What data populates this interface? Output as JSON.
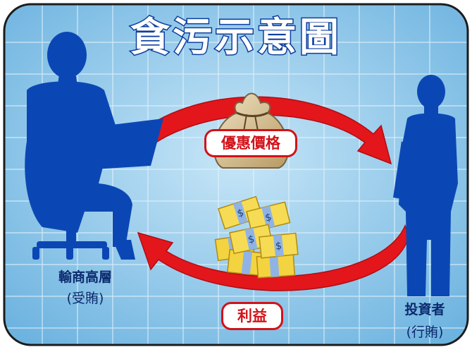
{
  "title": "貪污示意圖",
  "arrows": {
    "top_label": "優惠價格",
    "bottom_label": "利益",
    "color": "#e3161c"
  },
  "left_party": {
    "name": "輸商高層",
    "role": "(受賄)"
  },
  "right_party": {
    "name": "投資者",
    "role": "(行賄)"
  },
  "colors": {
    "background": "#9fd0ec",
    "grid": "#dff1fb",
    "silhouette": "#0b47b4",
    "frame": "#1c1c1c",
    "title_fill": "#ffffff",
    "title_stroke": "#0d3e9e"
  },
  "icons": [
    "money-bag-icon",
    "cash-stack-icon",
    "seated-person-laptop-icon",
    "standing-person-icon"
  ]
}
